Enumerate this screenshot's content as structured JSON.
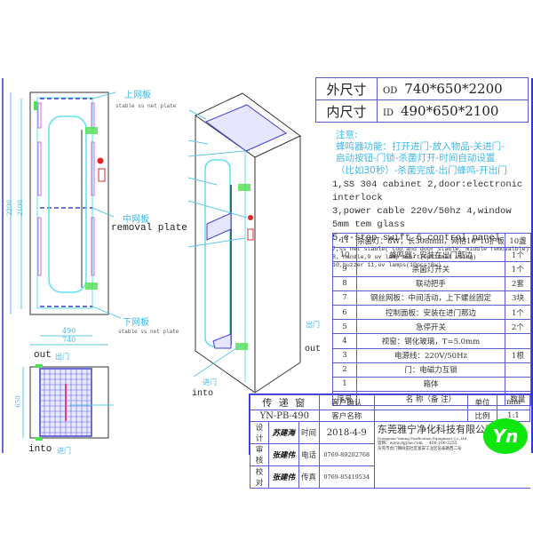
{
  "dimensions": {
    "outer": {
      "label": "外尺寸",
      "code": "OD",
      "value": "740*650*2200"
    },
    "inner": {
      "label": "内尺寸",
      "code": "ID",
      "value": "490*650*2100"
    }
  },
  "notes": {
    "title": "注意:",
    "lines": [
      "蜂鸣器功能：打开进门-放入物品-关进门-",
      "启动按钮-门锁-杀菌灯开-时间自动设置",
      "（比如30秒）-杀菌完成-出门蜂鸣-开出门"
    ]
  },
  "spec": {
    "line1": "1,SS 304 cabinet 2,door:electronic interlock",
    "line2": "3,power cable 220v/50hz 4,window 5mm tem glass",
    "line3": "5,e-stop swift  6,control panel",
    "line4": "7,ss net stable( top and door stable, middle removalble)",
    "line5": "8, handle,9 uv lamp swift(optional using)",
    "line6": "10,buzzer  11,uv lamps(10pcs*8w)"
  },
  "bom": {
    "rows": [
      {
        "no": "11",
        "name": "杀菌灯：8W，长308mm，网格10*10护板",
        "qty": "10盏"
      },
      {
        "no": "10",
        "name": "蜂鸣器：安装在出门那边",
        "qty": "1个"
      },
      {
        "no": "9",
        "name": "杀菌灯开关",
        "qty": "1个"
      },
      {
        "no": "8",
        "name": "联动把手",
        "qty": "2套"
      },
      {
        "no": "7",
        "name": "钢丝网板：中间活动，上下螺丝固定",
        "qty": "3块"
      },
      {
        "no": "6",
        "name": "控制面板：安装在进门那边",
        "qty": "1个"
      },
      {
        "no": "5",
        "name": "急停开关",
        "qty": "2个"
      },
      {
        "no": "4",
        "name": "视窗：钢化玻璃，T=5.0mm",
        "qty": ""
      },
      {
        "no": "3",
        "name": "电源线：220V/50Hz",
        "qty": "1根"
      },
      {
        "no": "2",
        "name": "门：电磁力互锁",
        "qty": ""
      },
      {
        "no": "1",
        "name": "箱体",
        "qty": ""
      }
    ],
    "header": {
      "no": "序号",
      "name": "名 称（备 注）",
      "qty": "数量"
    }
  },
  "title_block": {
    "product_name": "传 递 窗",
    "model": "YN-PB-490",
    "customer_confirm": "客户确认",
    "customer_name": "客户名称",
    "unit_label": "单位",
    "unit_value": "mm",
    "scale_label": "比例",
    "scale_value": "1:1",
    "design_label": "设计",
    "design_sig": "苏建海",
    "check_label": "审核",
    "check_sig": "张建伟",
    "proof_label": "校对",
    "proof_sig": "张建伟",
    "time_label": "时间",
    "time_value": "2018-4-9",
    "phone_label": "电话",
    "phone_value": "0769-89202768",
    "fax_label": "传真",
    "fax_value": "0769-85419534",
    "company_cn": "东莞雅宁净化科技有限公司",
    "company_en": "Dongguan Yaning Purification Equipment Co.,Ltd",
    "website": "官网：www.dgyne.com",
    "hotline": "400-100-3255",
    "address": "东莞市虎门镇树田社区富安工业区伍泰路西二号",
    "logo_text": "Yn",
    "accent_color": "#2d2de0",
    "logo_color": "#0ee60e"
  },
  "front_view": {
    "top_plate_cn": "上网板",
    "top_plate_en": "stable ss net  plate",
    "mid_plate_cn": "中网板",
    "mid_plate_en": "removal plate",
    "bottom_plate_cn": "下网板",
    "bottom_plate_en": "stable ss net  plate",
    "height_outer": "2200",
    "height_inner": "2100",
    "width_inner": "490",
    "width_outer": "740"
  },
  "top_view": {
    "out_label": "out",
    "out_cn": "出门",
    "into_label": "into",
    "into_cn": "进门",
    "depth": "650"
  },
  "iso_view": {
    "out_cn": "出门",
    "out_label": "out",
    "into_cn": "进门",
    "into_label": "into"
  }
}
